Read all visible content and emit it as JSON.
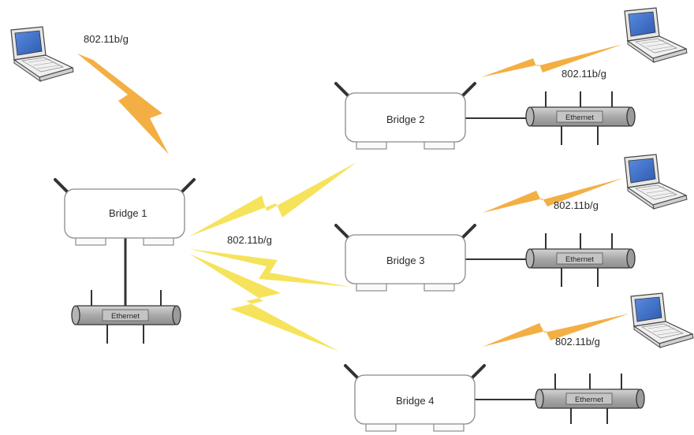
{
  "diagram": {
    "bridges": [
      {
        "label": "Bridge 1"
      },
      {
        "label": "Bridge 2"
      },
      {
        "label": "Bridge 3"
      },
      {
        "label": "Bridge 4"
      }
    ],
    "ethernet_label": "Ethernet",
    "wireless_label": "802.11b/g",
    "colors": {
      "link_yellow": "#f5e04a",
      "link_orange": "#f2a630",
      "laptop_screen": "#3d6fc4",
      "bus_fill": "#a9a9a9",
      "outline": "#333333"
    }
  }
}
